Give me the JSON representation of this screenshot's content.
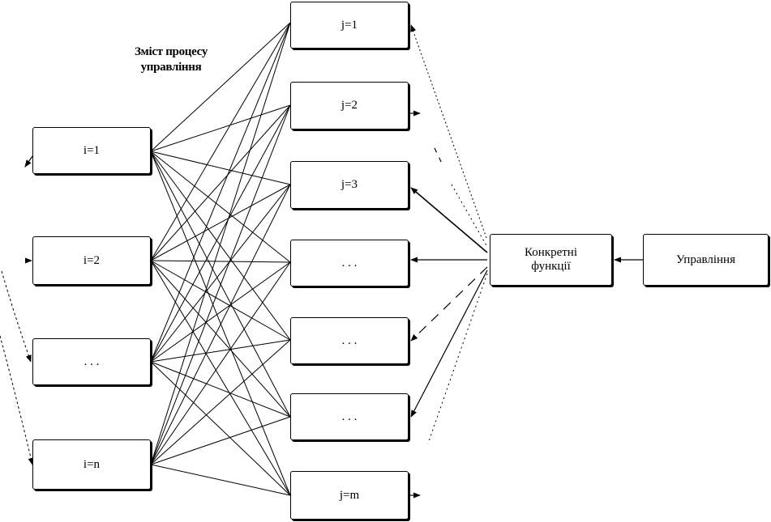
{
  "diagram": {
    "caption": {
      "line1": "Зміст процесу",
      "line2": "управління"
    },
    "left_boxes": [
      "i=1",
      "i=2",
      ". . .",
      "i=n"
    ],
    "right_boxes": [
      "j=1",
      "j=2",
      "j=3",
      ". . .",
      ". . .",
      ". . .",
      "j=m"
    ],
    "function_box": {
      "line1": "Конкретні",
      "line2": "функції"
    },
    "management_box": "Управління",
    "connection_pattern": "every i box connected to every j box",
    "line_color": "#000000"
  }
}
